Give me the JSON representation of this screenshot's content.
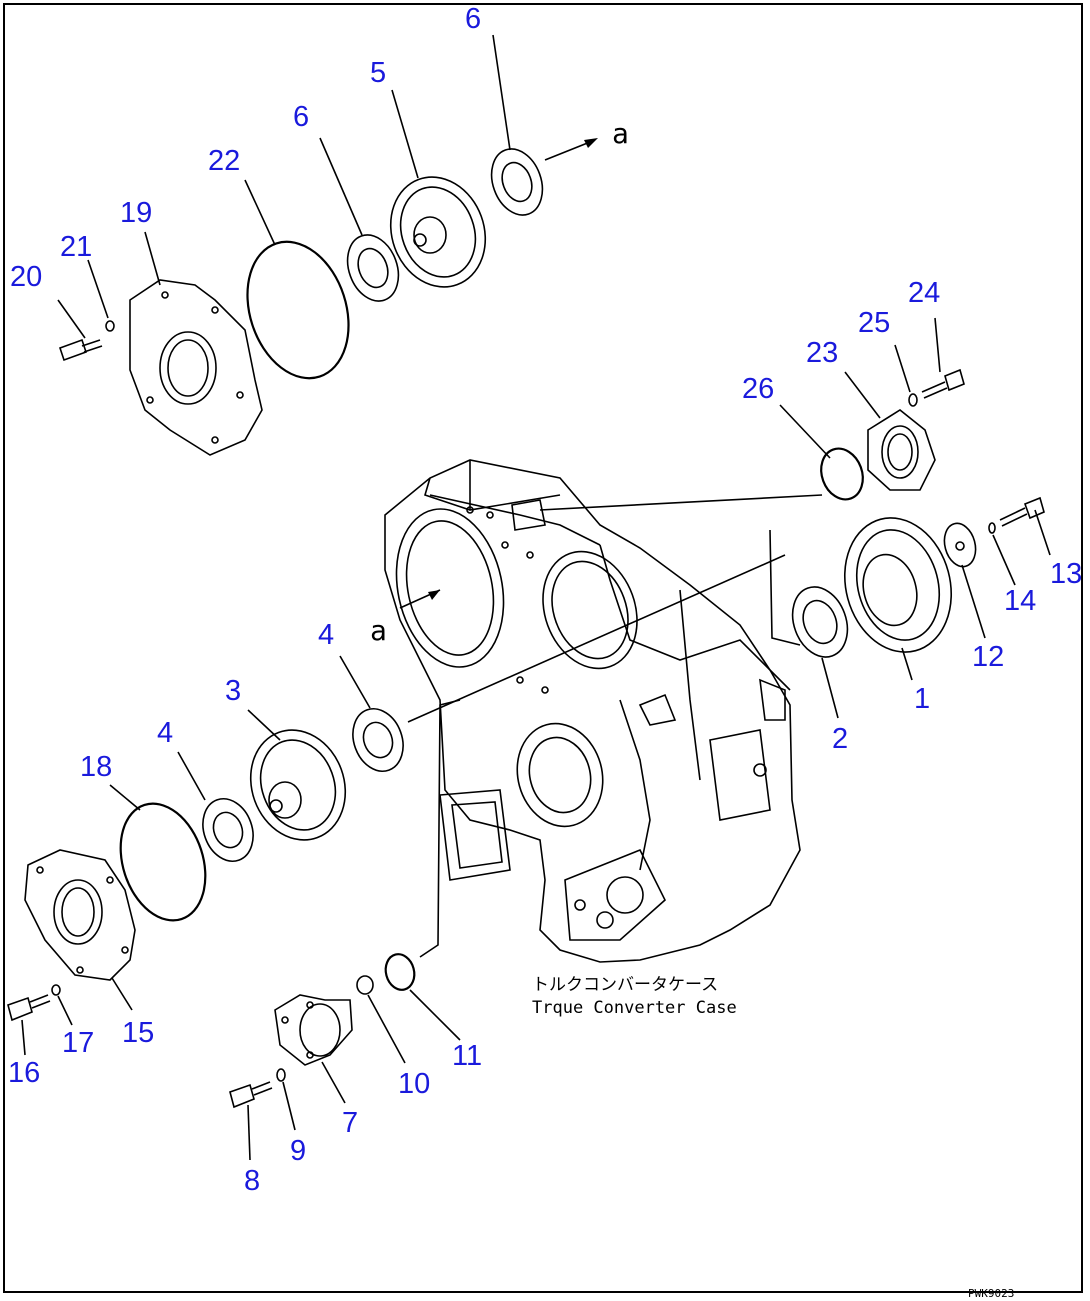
{
  "diagram": {
    "case_label_jp": "トルクコンバータケース",
    "case_label_en": "Trque Converter Case",
    "view_ref": "a",
    "drawing_code": "PWK9023",
    "callouts": [
      {
        "id": "c1",
        "text": "1"
      },
      {
        "id": "c2",
        "text": "2"
      },
      {
        "id": "c3",
        "text": "3"
      },
      {
        "id": "c4a",
        "text": "4"
      },
      {
        "id": "c4b",
        "text": "4"
      },
      {
        "id": "c5",
        "text": "5"
      },
      {
        "id": "c6a",
        "text": "6"
      },
      {
        "id": "c6b",
        "text": "6"
      },
      {
        "id": "c7",
        "text": "7"
      },
      {
        "id": "c8",
        "text": "8"
      },
      {
        "id": "c9",
        "text": "9"
      },
      {
        "id": "c10",
        "text": "10"
      },
      {
        "id": "c11",
        "text": "11"
      },
      {
        "id": "c12",
        "text": "12"
      },
      {
        "id": "c13",
        "text": "13"
      },
      {
        "id": "c14",
        "text": "14"
      },
      {
        "id": "c15",
        "text": "15"
      },
      {
        "id": "c16",
        "text": "16"
      },
      {
        "id": "c17",
        "text": "17"
      },
      {
        "id": "c18",
        "text": "18"
      },
      {
        "id": "c19",
        "text": "19"
      },
      {
        "id": "c20",
        "text": "20"
      },
      {
        "id": "c21",
        "text": "21"
      },
      {
        "id": "c22",
        "text": "22"
      },
      {
        "id": "c23",
        "text": "23"
      },
      {
        "id": "c24",
        "text": "24"
      },
      {
        "id": "c25",
        "text": "25"
      },
      {
        "id": "c26",
        "text": "26"
      }
    ]
  }
}
